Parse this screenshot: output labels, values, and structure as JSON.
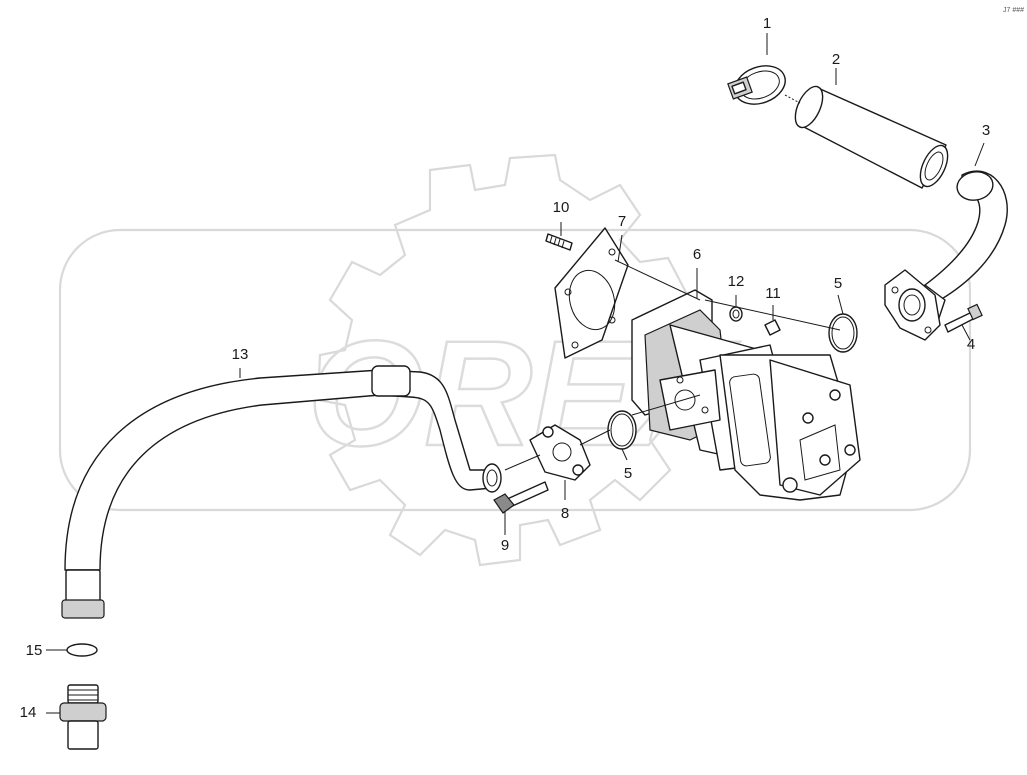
{
  "drawing": {
    "watermark_text": "OREX",
    "corner_code": "J7 ###",
    "line_color": "#1a1a1a",
    "watermark_color": "#d9d9d9"
  },
  "callouts": [
    {
      "id": "c1",
      "label": "1"
    },
    {
      "id": "c2",
      "label": "2"
    },
    {
      "id": "c3",
      "label": "3"
    },
    {
      "id": "c4",
      "label": "4"
    },
    {
      "id": "c5a",
      "label": "5"
    },
    {
      "id": "c5b",
      "label": "5"
    },
    {
      "id": "c6",
      "label": "6"
    },
    {
      "id": "c7",
      "label": "7"
    },
    {
      "id": "c8",
      "label": "8"
    },
    {
      "id": "c9",
      "label": "9"
    },
    {
      "id": "c10",
      "label": "10"
    },
    {
      "id": "c11",
      "label": "11"
    },
    {
      "id": "c12",
      "label": "12"
    },
    {
      "id": "c13",
      "label": "13"
    },
    {
      "id": "c14",
      "label": "14"
    },
    {
      "id": "c15",
      "label": "15"
    }
  ]
}
